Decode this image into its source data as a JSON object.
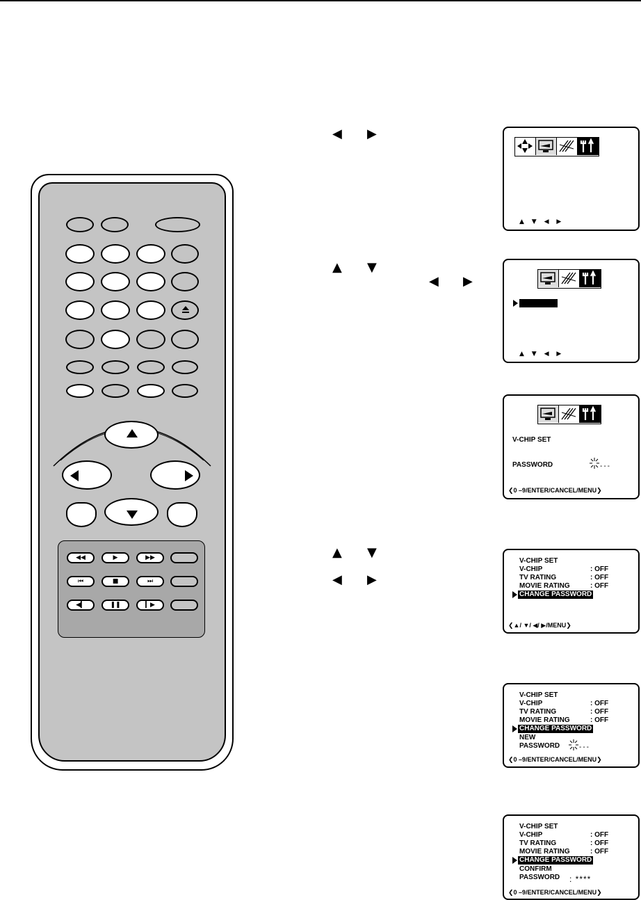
{
  "screens": {
    "s1": {
      "nav_hint": "▲ ▼ ◀ ▶"
    },
    "s2": {
      "nav_hint": "▲ ▼ ◀ ▶"
    },
    "s3": {
      "title": "V-CHIP SET",
      "password_label": "PASSWORD",
      "password_value": "---",
      "footer": "0 –9/ENTER/CANCEL/MENU"
    },
    "s4": {
      "title": "V-CHIP SET",
      "rows": [
        {
          "label": "V-CHIP",
          "value": ": OFF"
        },
        {
          "label": "TV RATING",
          "value": ": OFF"
        },
        {
          "label": "MOVIE RATING",
          "value": ": OFF"
        }
      ],
      "selected": "CHANGE PASSWORD",
      "footer": "▲/ ▼/ ◀/ ▶/MENU"
    },
    "s5": {
      "title": "V-CHIP SET",
      "rows": [
        {
          "label": "V-CHIP",
          "value": ": OFF"
        },
        {
          "label": "TV RATING",
          "value": ": OFF"
        },
        {
          "label": "MOVIE RATING",
          "value": ": OFF"
        }
      ],
      "selected": "CHANGE PASSWORD",
      "sub1": "NEW",
      "sub2": "PASSWORD",
      "password_value": "---",
      "footer": "0 –9/ENTER/CANCEL/MENU"
    },
    "s6": {
      "title": "V-CHIP SET",
      "rows": [
        {
          "label": "V-CHIP",
          "value": ": OFF"
        },
        {
          "label": "TV RATING",
          "value": ": OFF"
        },
        {
          "label": "MOVIE RATING",
          "value": ": OFF"
        }
      ],
      "selected": "CHANGE PASSWORD",
      "sub1": "CONFIRM",
      "sub2": "PASSWORD",
      "password_value": ": ****",
      "footer": "0 –9/ENTER/CANCEL/MENU"
    }
  },
  "glyphs": {
    "left": "◀",
    "right": "▶",
    "up": "▲",
    "down": "▼"
  }
}
